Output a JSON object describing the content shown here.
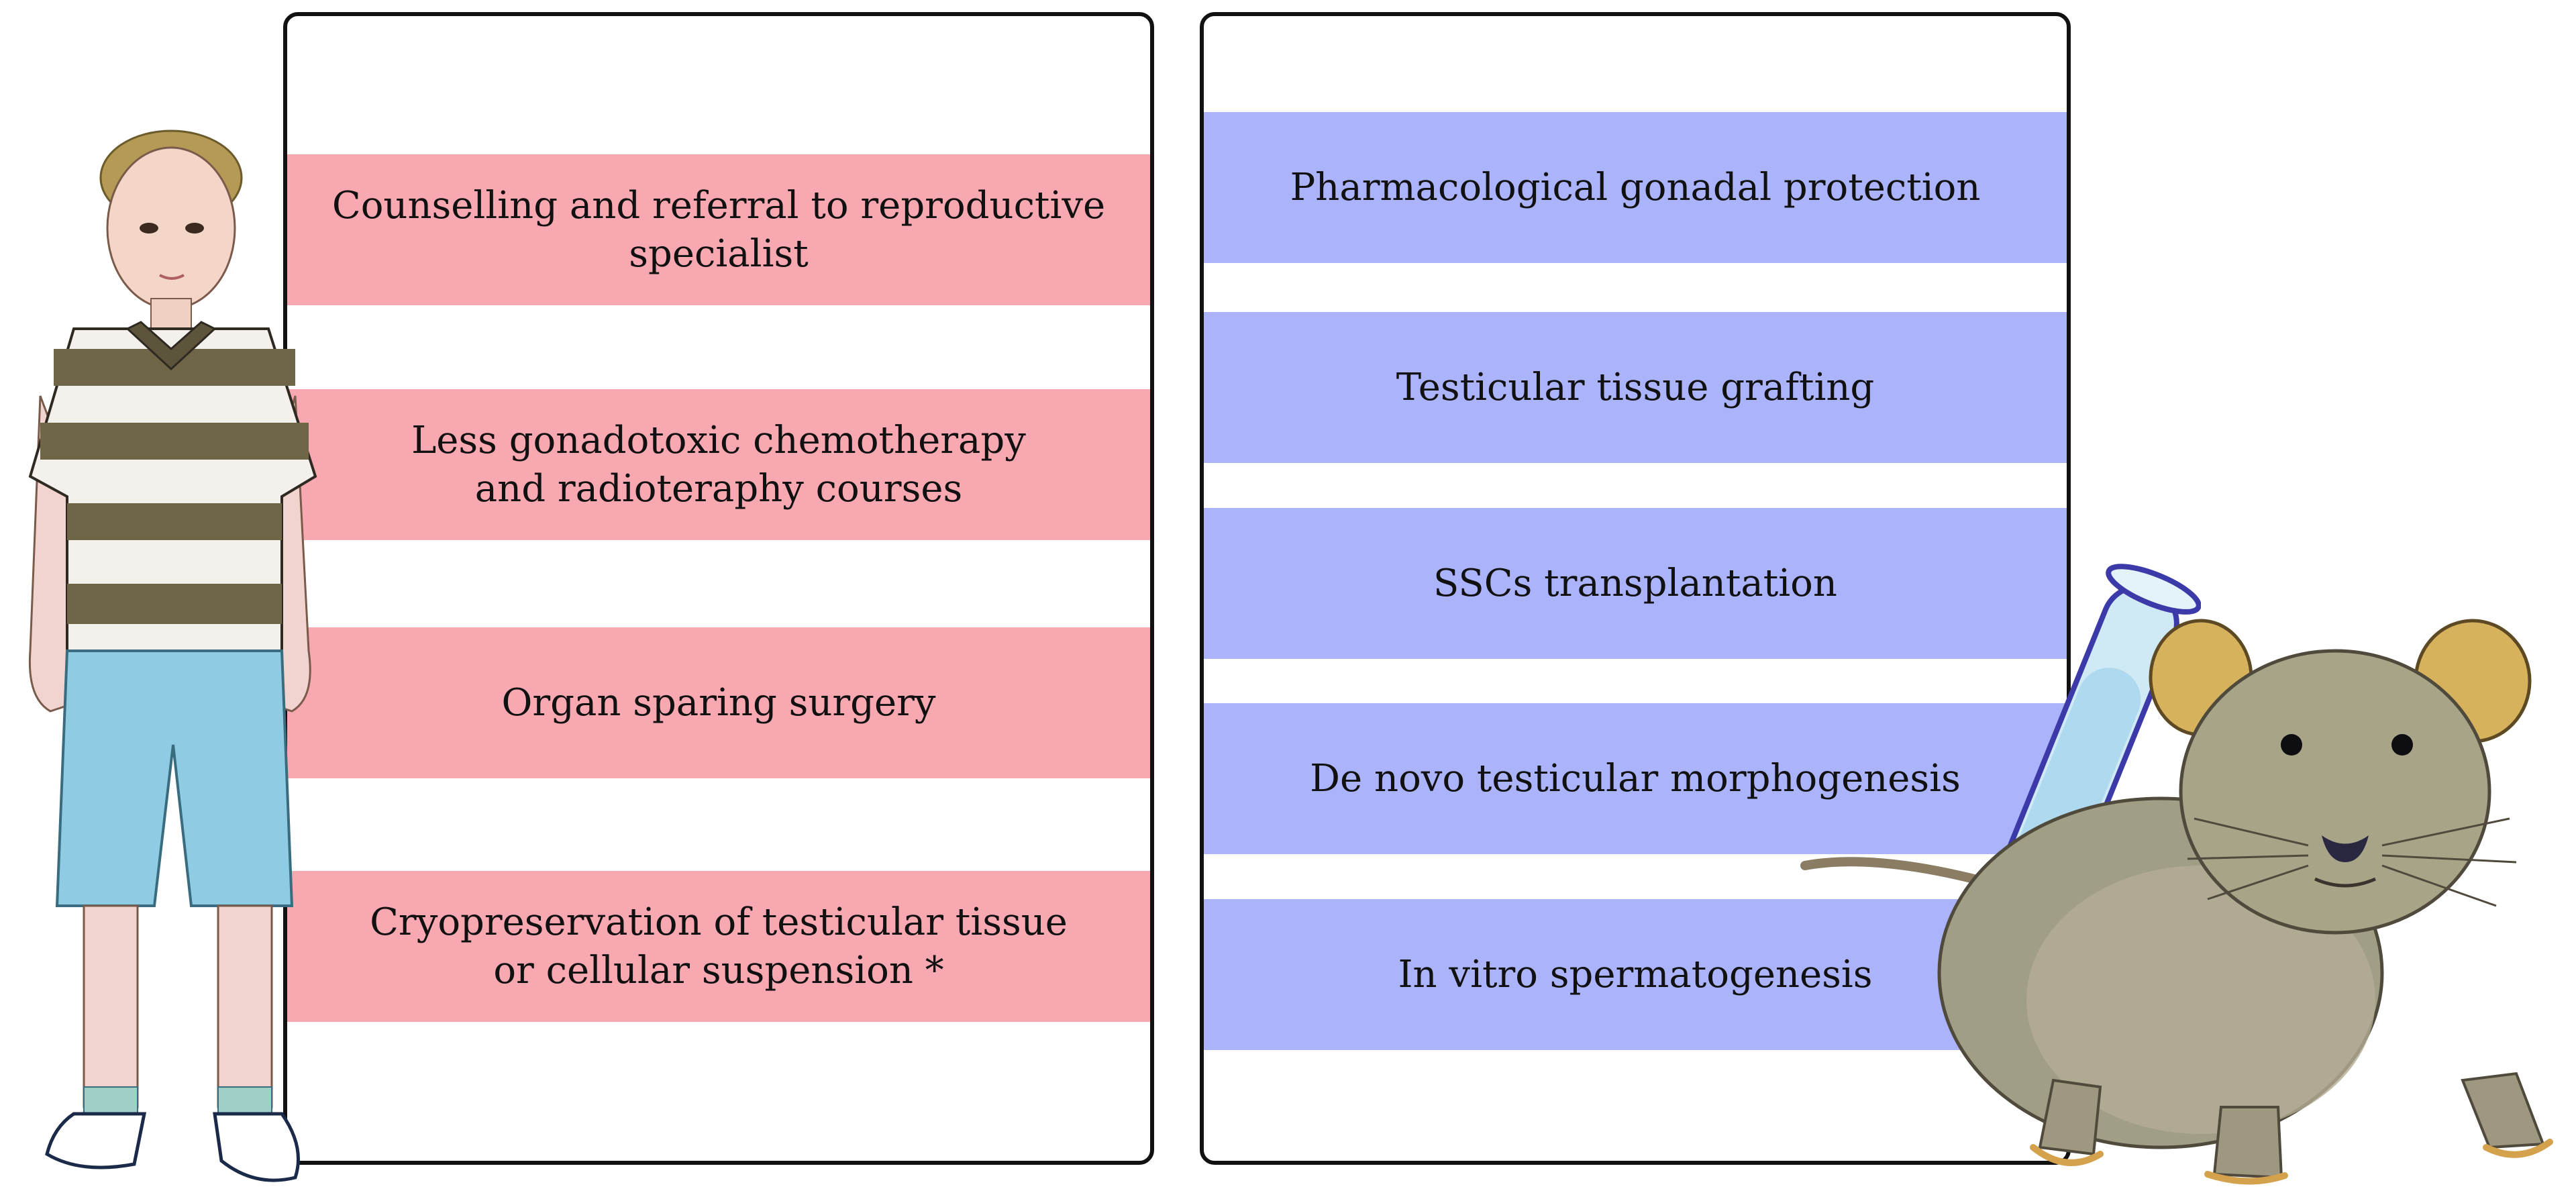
{
  "colors": {
    "left_band": "#f8a8b0",
    "right_band": "#abb3fa",
    "panel_border": "#111111",
    "background": "#ffffff"
  },
  "left_panel": {
    "items": [
      {
        "label": "Counselling and referral to reproductive specialist"
      },
      {
        "label": "Less gonadotoxic chemotherapy and radioteraphy courses"
      },
      {
        "label": "Organ sparing surgery"
      },
      {
        "label": "Cryopreservation of testicular tissue or cellular suspension *"
      }
    ]
  },
  "right_panel": {
    "items": [
      {
        "label": "Pharmacological gonadal protection"
      },
      {
        "label": "Testicular tissue grafting"
      },
      {
        "label": "SSCs transplantation"
      },
      {
        "label": "De novo testicular morphogenesis"
      },
      {
        "label": "In vitro spermatogenesis"
      }
    ]
  },
  "illustrations": {
    "boy": "boy-illustration",
    "test_tube": "test-tube-illustration",
    "mouse": "mouse-illustration"
  }
}
